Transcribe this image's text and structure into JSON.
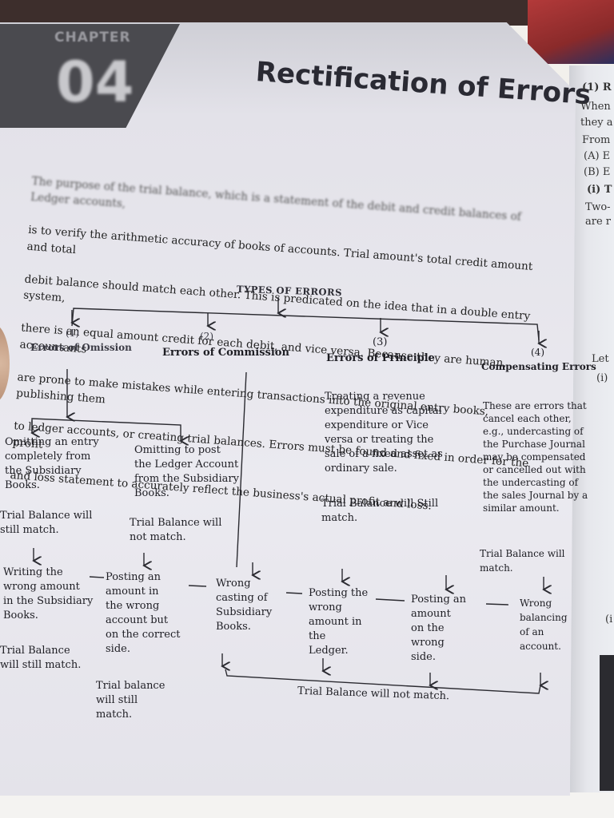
{
  "page": {
    "chapter_label": "CHAPTER",
    "chapter_number": "04",
    "title": "Rectification of Errors",
    "intro_lines": [
      "The purpose of the trial balance, which is a statement of the debit and credit balances of Ledger accounts,",
      "is to verify the arithmetic accuracy of books of accounts. Trial amount's total credit amount and total",
      "debit balance should match each other. This is predicated on the idea that in a double entry system,",
      "there is an equal amount credit for each debit, and vice versa. Because they are human, accountants",
      "are prone to make mistakes while entering transactions into the original entry books, publishing them",
      "to ledger accounts, or creating trial balances. Errors must be found and fixed in order for the profit",
      "and loss statement to accurately reflect the business's actual profit and loss."
    ]
  },
  "right_page": {
    "lines": [
      "(1) R",
      "When",
      "they a",
      "From",
      "(A) E",
      "(B) E",
      "(i) T",
      "Two-",
      "are r"
    ],
    "lower": [
      "Let",
      "(i)",
      "(i"
    ]
  },
  "diagram": {
    "heading": "TYPES OF ERRORS",
    "types": [
      {
        "num": "(1)",
        "name": "Errors of Omission"
      },
      {
        "num": "(2)",
        "name": "Errors of Commission"
      },
      {
        "num": "(3)",
        "name": "Errors of Principle"
      },
      {
        "num": "(4)",
        "name": "Compensating Errors"
      }
    ],
    "omission": {
      "a": "Omitting an entry\ncompletely from\nthe Subsidiary\nBooks.",
      "b": "Omitting to post\nthe Ledger Account\nfrom the Subsidiary\nBooks.",
      "a_result": "Trial Balance will\nstill match.",
      "b_result": "Trial Balance will\nnot match."
    },
    "principle": {
      "desc": "Treating a revenue\nexpenditure as capital\nexpenditure or Vice\nversa or treating the\nsale of a fixed asset as\nordinary sale.",
      "result": "Trial Balance will Still\nmatch."
    },
    "compensating": {
      "desc": "These are errors that\ncancel each other,\ne.g., undercasting of\nthe Purchase Journal\nmay be compensated\nor cancelled out with\nthe undercasting of\nthe sales Journal by a\nsimilar amount.",
      "result": "Trial Balance will\nmatch."
    },
    "commission_items": [
      "Writing the\nwrong amount\nin the Subsidiary\nBooks.",
      "Posting an\namount in\nthe wrong\naccount but\non the correct\nside.",
      "Wrong\ncasting of\nSubsidiary\nBooks.",
      "Posting the\nwrong\namount in\nthe\nLedger.",
      "Posting an\namount\non the\nwrong\nside.",
      "Wrong\nbalancing\nof an\naccount."
    ],
    "commission_results": {
      "first": "Trial Balance\nwill still match.",
      "second": "Trial balance\nwill still\nmatch.",
      "rest": "Trial Balance will not match."
    }
  }
}
